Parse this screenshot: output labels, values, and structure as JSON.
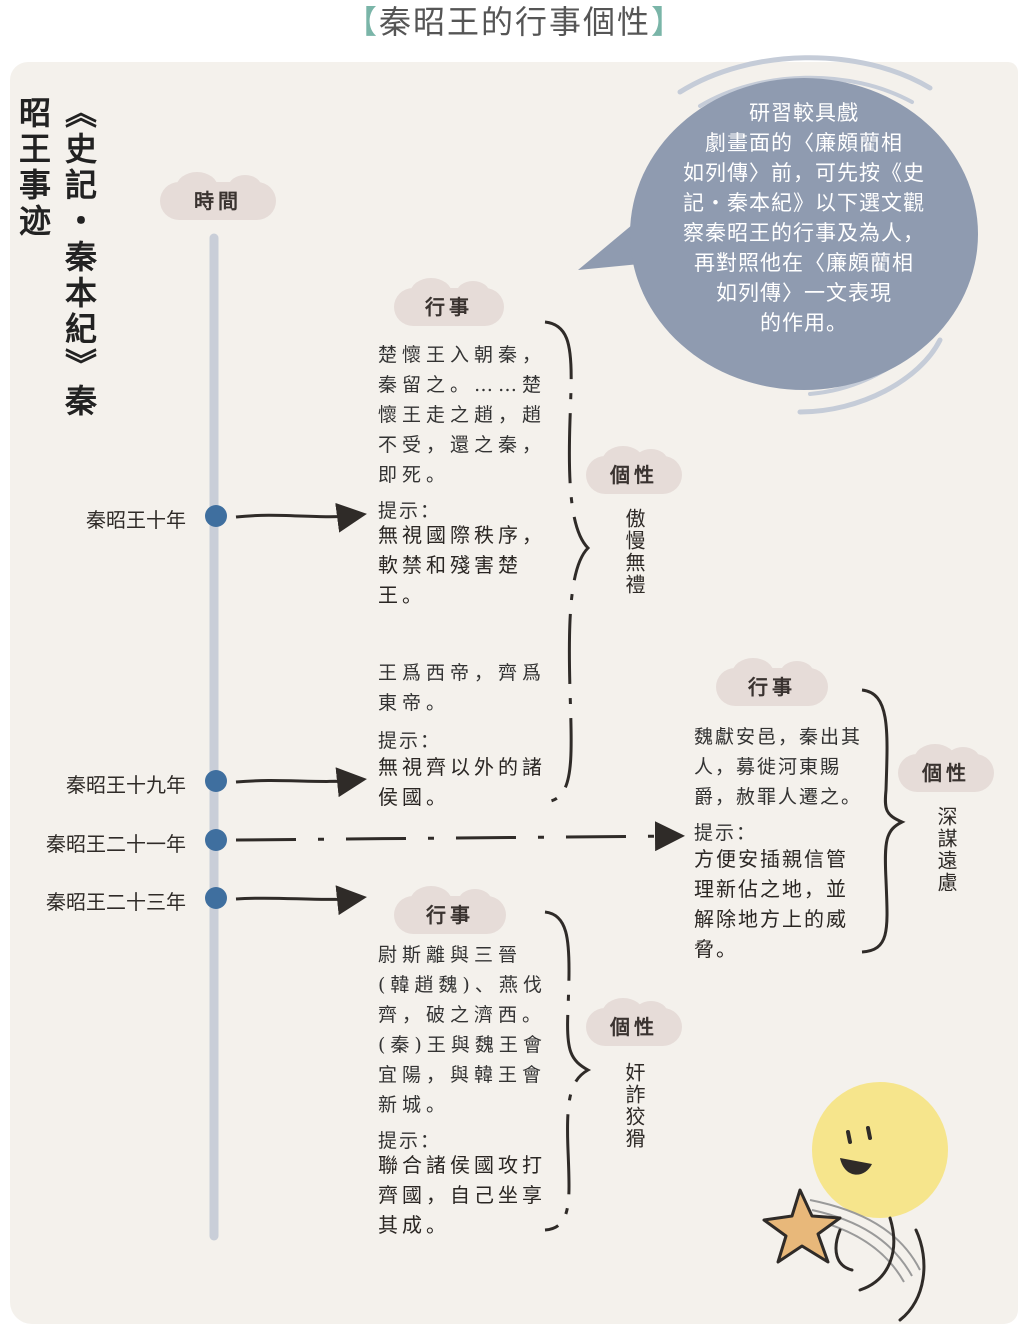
{
  "title": {
    "open": "【",
    "text": "秦昭王的行事個性",
    "close": "】"
  },
  "side_title": "《史記・秦本紀》秦昭王事迹",
  "time_label": "時間",
  "speech_bubble": {
    "lines": [
      "研習較具戲",
      "劇畫面的〈廉頗藺相",
      "如列傳〉前，可先按《史",
      "記・秦本紀》以下選文觀",
      "察秦昭王的行事及為人，",
      "再對照他在〈廉頗藺相",
      "如列傳〉一文表現",
      "的作用。"
    ]
  },
  "years": [
    "秦昭王十年",
    "秦昭王十九年",
    "秦昭王二十一年",
    "秦昭王二十三年"
  ],
  "groups": [
    {
      "deeds_label": "行事",
      "events": [
        {
          "text": [
            "楚懷王入朝秦，",
            "秦留之。……楚",
            "懷王走之趙，趙",
            "不受，還之秦，",
            "即死。"
          ],
          "hint_label": "提示：",
          "hint": [
            "無視國際秩序，",
            "軟禁和殘害楚",
            "王。"
          ]
        },
        {
          "text": [
            "王爲西帝，齊爲",
            "東帝。"
          ],
          "hint_label": "提示：",
          "hint": [
            "無視齊以外的諸",
            "侯國。"
          ]
        }
      ],
      "trait_label": "個性",
      "trait": "傲慢無禮"
    },
    {
      "deeds_label": "行事",
      "events": [
        {
          "text": [
            "魏獻安邑，秦出其",
            "人，募徙河東賜",
            "爵，赦罪人遷之。"
          ],
          "hint_label": "提示：",
          "hint": [
            "方便安插親信管",
            "理新佔之地，並",
            "解除地方上的威",
            "脅。"
          ]
        }
      ],
      "trait_label": "個性",
      "trait": "深謀遠慮"
    },
    {
      "deeds_label": "行事",
      "events": [
        {
          "text": [
            "尉斯離與三晉",
            "(韓趙魏)、燕伐",
            "齊，破之濟西。",
            "(秦)王與魏王會",
            "宜陽，與韓王會",
            "新城。"
          ],
          "hint_label": "提示：",
          "hint": [
            "聯合諸侯國攻打",
            "齊國，自己坐享",
            "其成。"
          ]
        }
      ],
      "trait_label": "個性",
      "trait": "奸詐狡猾"
    }
  ],
  "colors": {
    "timeline": "#c9ced8",
    "dot": "#3f6f9f",
    "bubble": "#8f9bb0",
    "cloud": "#e6dcd8",
    "paper": "#f4f1ec",
    "moon": "#f6e58c",
    "star": "#e8b87a"
  }
}
